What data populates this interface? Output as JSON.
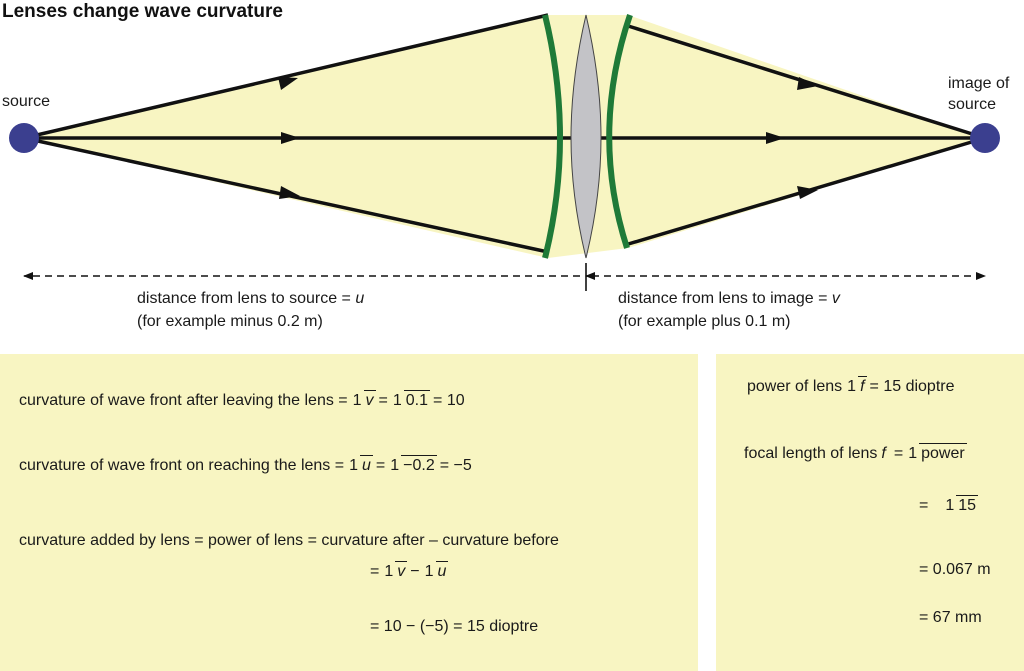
{
  "title": "Lenses change wave curvature",
  "labels": {
    "source": "source",
    "image_line1": "image of",
    "image_line2": "source"
  },
  "distances": {
    "source_text": "distance from lens to source = ",
    "source_var": "u",
    "source_example": "(for example minus 0.2 m)",
    "image_text": "distance from lens to image = ",
    "image_var": "v",
    "image_example": "(for example plus 0.1 m)"
  },
  "left_panel": {
    "eq1": {
      "prefix": "curvature of wave front after leaving the lens =",
      "f1_num": "1",
      "f1_den": "v",
      "eqsign": "=",
      "f2_num": "1",
      "f2_den": "0.1",
      "suffix": "= 10"
    },
    "eq2": {
      "prefix": "curvature of wave front on reaching the lens =",
      "f1_num": "1",
      "f1_den": "u",
      "eqsign": "=",
      "f2_num": "1",
      "f2_den": "−0.2",
      "suffix": "= −5"
    },
    "eq3": {
      "text": "curvature added by lens = power of lens = curvature after – curvature before"
    },
    "eq4": {
      "eqsign": "=",
      "f1_num": "1",
      "f1_den": "v",
      "minus": "−",
      "f2_num": "1",
      "f2_den": "u"
    },
    "eq5": {
      "text": "= 10 − (−5) = 15 dioptre"
    }
  },
  "right_panel": {
    "power": {
      "prefix": "power of lens",
      "f_num": "1",
      "f_den": "f",
      "suffix": "= 15 dioptre"
    },
    "focal": {
      "prefix": "focal length of lens",
      "var": "f",
      "eqsign": "=",
      "f_num": "1",
      "f_den": "power"
    },
    "step1": {
      "eqsign": "=",
      "f_num": "1",
      "f_den": "15"
    },
    "step2": {
      "text": "= 0.067 m"
    },
    "step3": {
      "text": "= 67 mm"
    }
  },
  "colors": {
    "beam_fill": "#f8f5c2",
    "wavefront": "#1f7a38",
    "lens_fill": "#c3c3c7",
    "point": "#3b3f8f",
    "panel": "#f8f5c2"
  }
}
